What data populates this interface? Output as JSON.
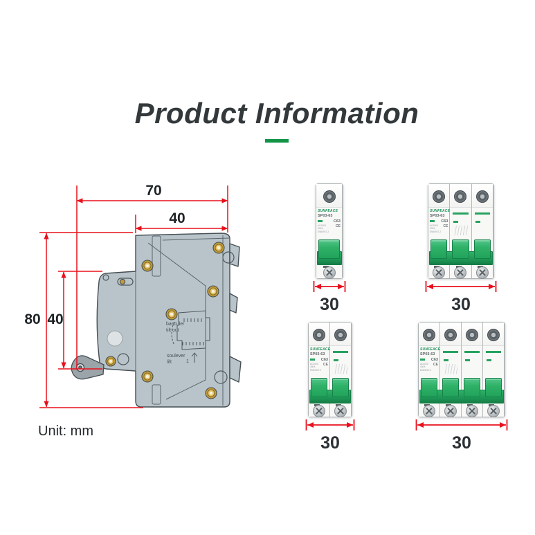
{
  "title": {
    "text": "Product Information"
  },
  "accent": {
    "green": "#129447",
    "red": "#e8101c"
  },
  "unit_note": {
    "text": "Unit: mm"
  },
  "drawing": {
    "dims": {
      "overall_width": "70",
      "body_width": "40",
      "overall_height": "80",
      "front_height": "40"
    },
    "engraving": {
      "fr1": "basculer",
      "en1": "tilt out",
      "fr2": "soulever",
      "en2": "lift",
      "step": "1"
    }
  },
  "products": [
    {
      "name": "1-pole breaker",
      "poles": 1,
      "dim_label": "30",
      "brand": "SUNFEACE",
      "model": "SP03-63",
      "rating": "C63",
      "cert": "CE",
      "specs": [
        "AC400V",
        "400A",
        "EN60947-2"
      ]
    },
    {
      "name": "3-pole breaker",
      "poles": 3,
      "dim_label": "30",
      "brand": "SUNFEACE",
      "model": "SP03-63",
      "rating": "C63",
      "cert": "CE",
      "specs": [
        "AC400V",
        "400A",
        "EN60947-2"
      ]
    },
    {
      "name": "2-pole breaker",
      "poles": 2,
      "dim_label": "30",
      "brand": "SUNFEACE",
      "model": "SP03-63",
      "rating": "C63",
      "cert": "CE",
      "specs": [
        "AC400V",
        "400A",
        "EN60947-2"
      ]
    },
    {
      "name": "4-pole breaker",
      "poles": 4,
      "dim_label": "30",
      "brand": "SUNFEACE",
      "model": "SP03-63",
      "rating": "C63",
      "cert": "CE",
      "specs": [
        "AC400V",
        "400A",
        "EN60947-2"
      ]
    }
  ]
}
